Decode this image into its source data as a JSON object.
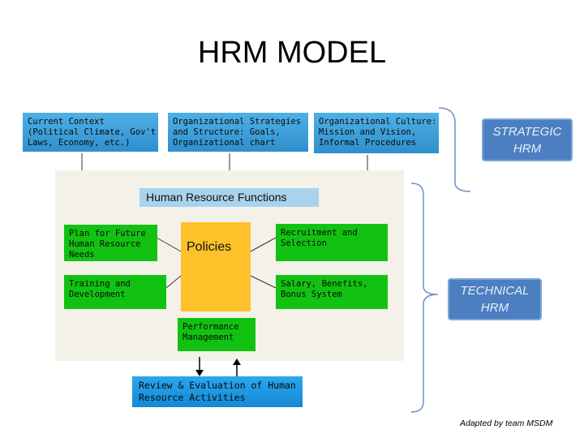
{
  "title": "HRM MODEL",
  "context": {
    "current": "Current Context\n(Political Climate, Gov't\nLaws, Economy, etc.)",
    "strategies": "Organizational Strategies\nand Structure: Goals,\nOrganizational chart",
    "culture": "Organizational Culture:\nMission and Vision,\nInformal Procedures"
  },
  "functions": {
    "title": "Human Resource Functions",
    "plan": "Plan for Future\nHuman Resource\nNeeds",
    "training": "Training and\nDevelopment",
    "policies": "Policies",
    "recruitment": "Recruitment and\nSelection",
    "salary": "Salary, Benefits,\nBonus System",
    "performance": "Performance\nManagement"
  },
  "review": "Review & Evaluation of Human\nResource Activities",
  "labels": {
    "strategic": "STRATEGIC\nHRM",
    "technical": "TECHNICAL\nHRM"
  },
  "credit": "Adapted by team MSDM",
  "colors": {
    "context_blue": "#2f8fcc",
    "panel": "#f3f1e8",
    "green": "#12c212",
    "policies_orange": "#ffc12a",
    "label_blue": "#4b7fc1",
    "brace_blue": "#6b8fc9"
  }
}
